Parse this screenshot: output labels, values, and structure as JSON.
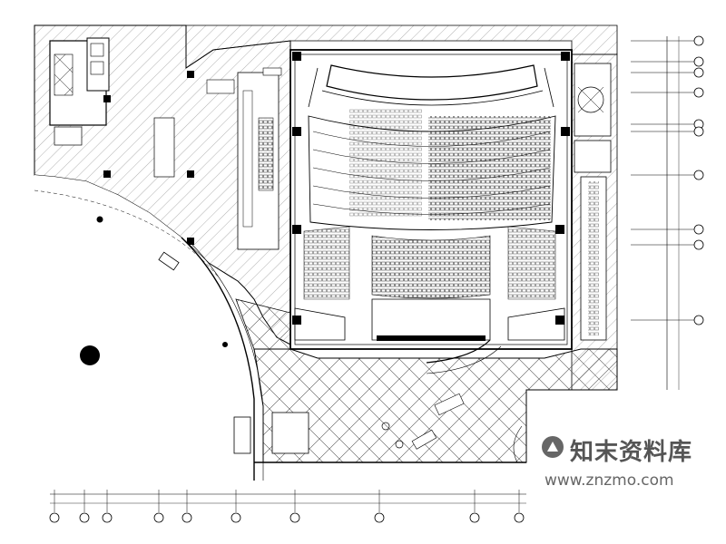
{
  "drawing": {
    "type": "theatre floor plan",
    "colors": {
      "line": "#000000",
      "hatch": "#9a9a9a",
      "paper": "#ffffff"
    },
    "bottom_axes": [
      "",
      "",
      "",
      "",
      "",
      "",
      "",
      "",
      "",
      ""
    ],
    "right_axes": [
      "",
      "",
      "",
      "",
      "",
      "",
      "",
      "",
      "",
      ""
    ]
  },
  "watermark": {
    "title": "知末资料库",
    "url": "www.znzmo.com",
    "logo_icon": "znzmo-logo-icon"
  }
}
